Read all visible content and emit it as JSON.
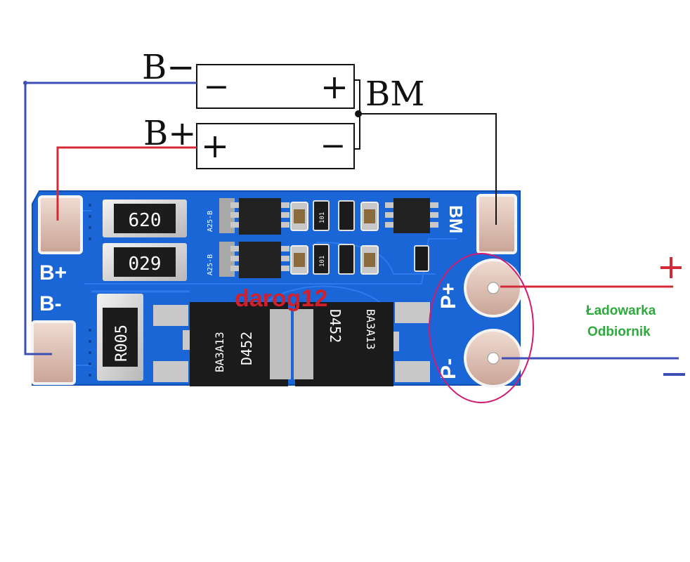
{
  "battery_labels": {
    "b_minus": "B−",
    "b_plus": "B+",
    "bm": "BM"
  },
  "cell_top": {
    "minus": "−",
    "plus": "+"
  },
  "cell_bottom": {
    "plus": "+",
    "minus": "−"
  },
  "board": {
    "b_plus_label": "B+",
    "b_minus_label": "B-",
    "bm_label": "BM",
    "p_plus_label": "P+",
    "p_minus_label": "P-",
    "resistor_620": "620",
    "resistor_029": "029",
    "shunt_r005": "R005",
    "mosfet_code": "D452",
    "mosfet_batch": "BA3A13",
    "ic_code": "A25-B",
    "small_code_1": "101",
    "small_code_2": "101"
  },
  "watermark": "darog12",
  "external": {
    "plus_sign": "+",
    "minus_sign": "−",
    "charger_label": "Ładowarka",
    "load_label": "Odbiornik"
  },
  "colors": {
    "board_blue": "#1a66d6",
    "wire_blue": "#3d4fb5",
    "wire_red": "#d42a37",
    "wire_black": "#111111",
    "label_green": "#2eaa3c",
    "watermark_red": "#d11f2b",
    "highlight_magenta": "#d21b6f"
  }
}
